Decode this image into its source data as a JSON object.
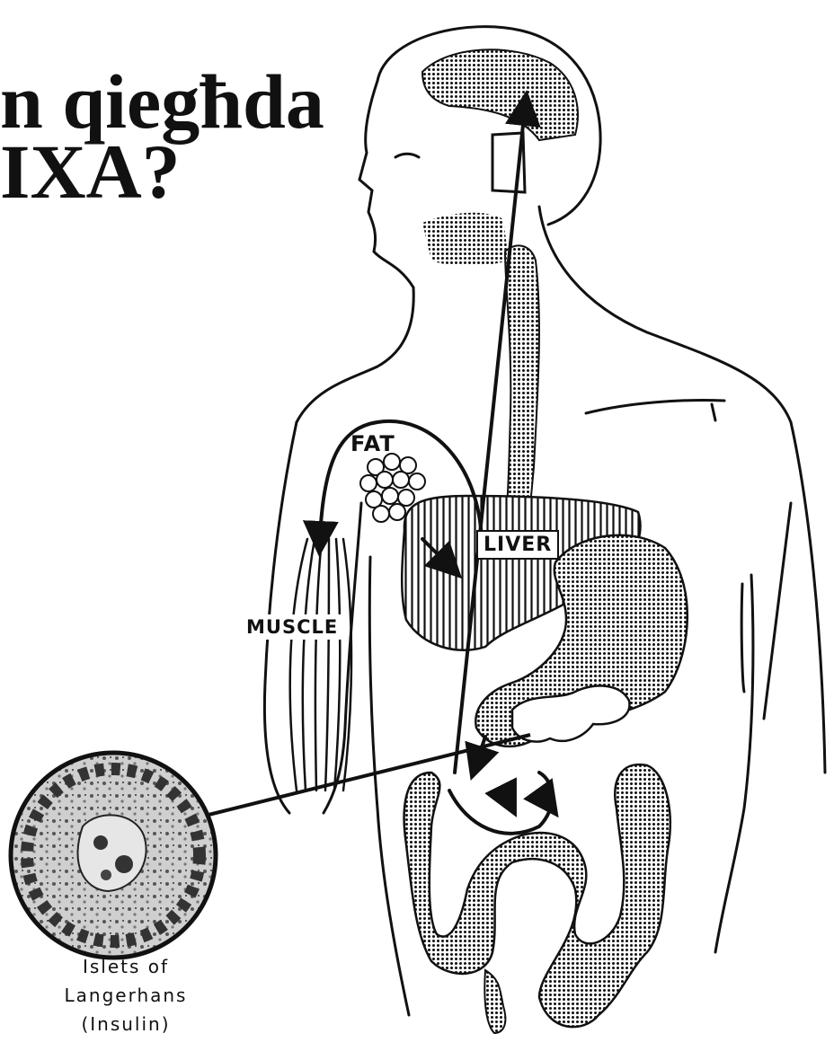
{
  "title": {
    "line1": "n qiegħda",
    "line2": "IXA?"
  },
  "labels": {
    "fat": "FAT",
    "liver": "LIVER",
    "muscle": "MUSCLE"
  },
  "caption": {
    "line1": "Islets of",
    "line2": "Langerhans",
    "line3": "(Insulin)"
  },
  "colors": {
    "ink": "#111111",
    "background": "#ffffff"
  }
}
